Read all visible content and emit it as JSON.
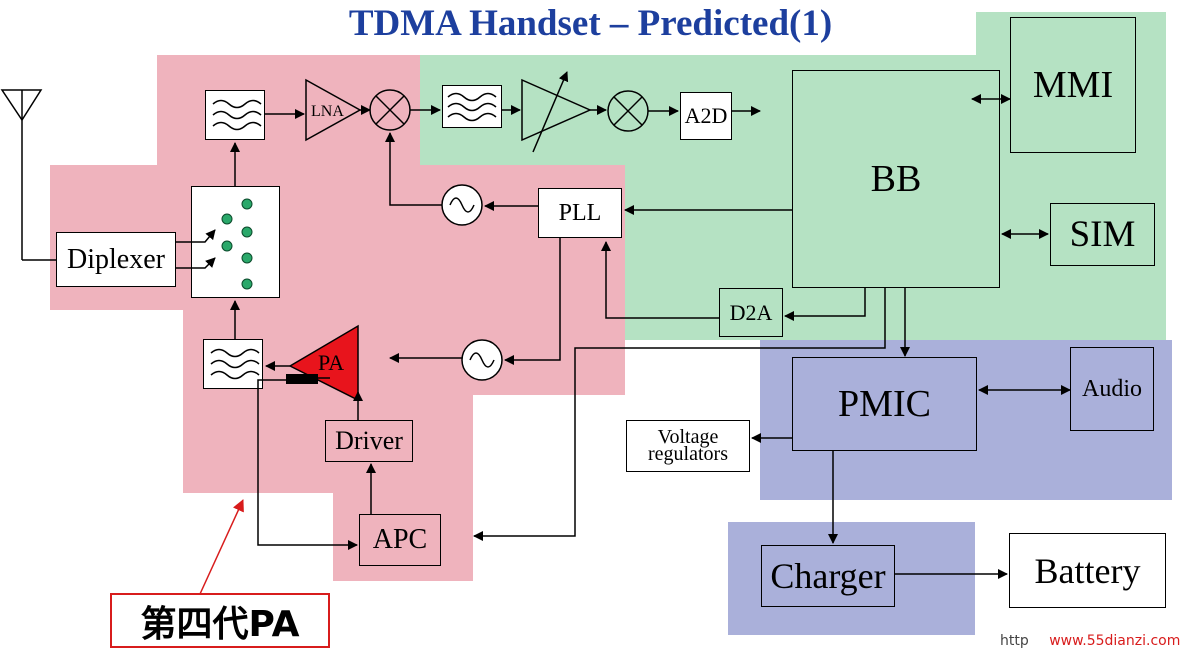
{
  "title": "TDMA Handset – Predicted(1)",
  "blocks": {
    "diplexer": "Diplexer",
    "lna": "LNA",
    "a2d": "A2D",
    "bb": "BB",
    "mmi": "MMI",
    "pll": "PLL",
    "sim": "SIM",
    "d2a": "D2A",
    "pa": "PA",
    "driver": "Driver",
    "apc": "APC",
    "pmic": "PMIC",
    "audio": "Audio",
    "voltage_regulators_line1": "Voltage",
    "voltage_regulators_line2": "regulators",
    "charger": "Charger",
    "battery": "Battery"
  },
  "callout": "第四代PA",
  "watermark": {
    "prefix": "http",
    "site": "www.55dianzi.com"
  },
  "colors": {
    "rf_region": "#efb3bd",
    "baseband_region": "#b5e2c3",
    "power_region": "#aab0da",
    "pa_fill": "#e8141c",
    "title": "#1d3f9e",
    "callout_border": "#d81c1c",
    "switch_dots": "#2aa86a"
  }
}
